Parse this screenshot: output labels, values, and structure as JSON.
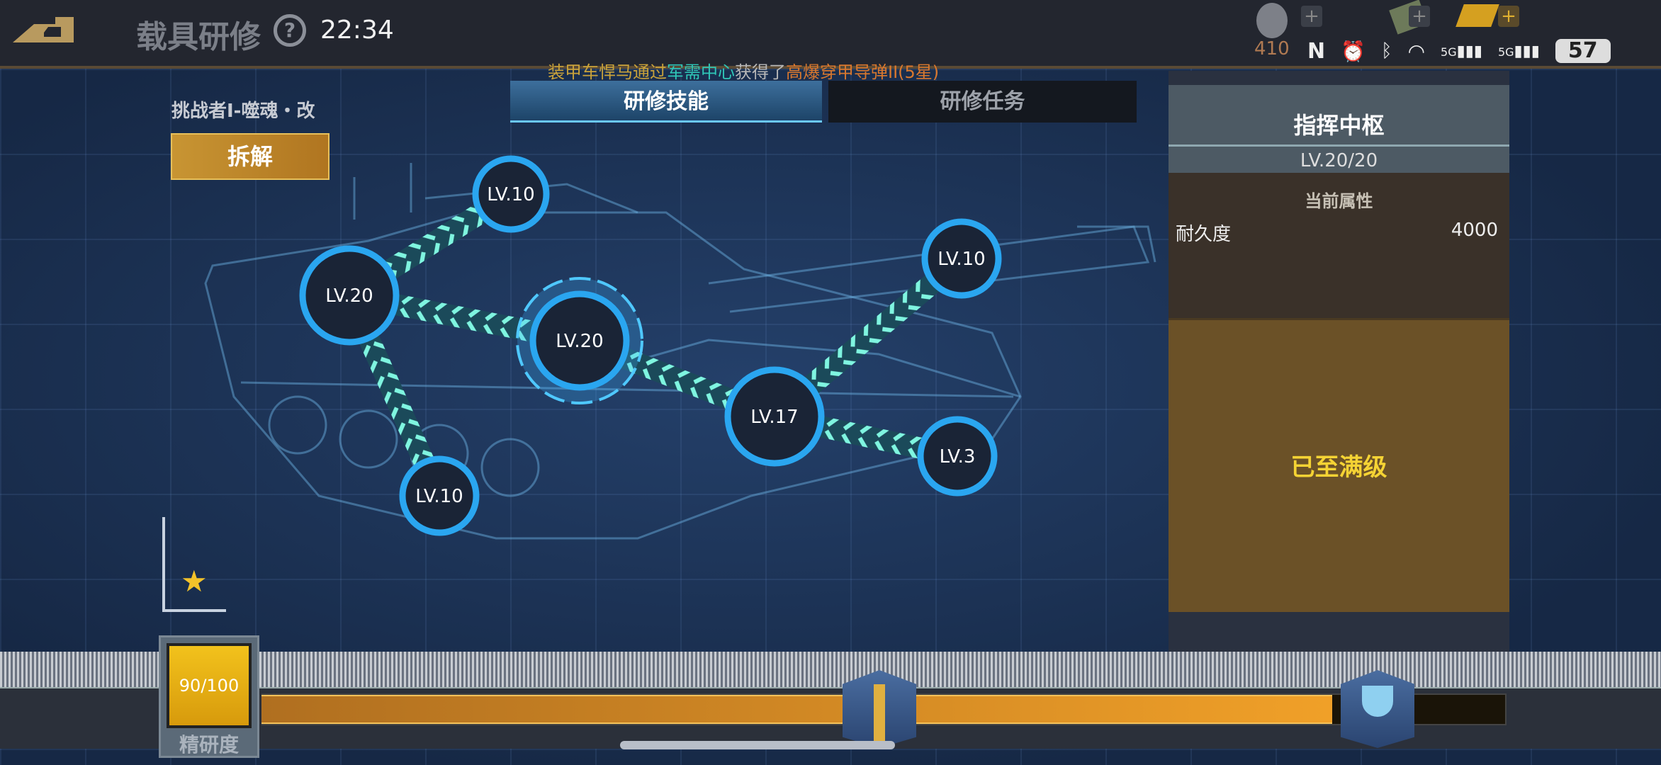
{
  "header": {
    "title": "载具研修",
    "help_icon": "?",
    "time": "22:34"
  },
  "ticker": {
    "part1": "装甲车悍马通过",
    "part2": "军需中心",
    "part3": "获得了",
    "part4": "高爆穿甲导弹II(5星)",
    "colors": {
      "part1": "#c9a23a",
      "part2": "#2fc7b8",
      "part3": "#b8b8b8",
      "part4": "#d9782e"
    }
  },
  "resources": [
    {
      "icon": "medal-icon",
      "value": "410"
    }
  ],
  "status_bar": {
    "battery": "57",
    "net1": "5G",
    "net2": "5G"
  },
  "tabs": [
    {
      "label": "研修技能",
      "active": true
    },
    {
      "label": "研修任务",
      "active": false
    }
  ],
  "vehicle": {
    "name": "挑战者I-噬魂・改",
    "dismantle_label": "拆解"
  },
  "skill_nodes": [
    {
      "id": "a",
      "label": "LV.10"
    },
    {
      "id": "b",
      "label": "LV.20"
    },
    {
      "id": "c",
      "label": "LV.20",
      "selected": true
    },
    {
      "id": "d",
      "label": "LV.17"
    },
    {
      "id": "e",
      "label": "LV.10"
    },
    {
      "id": "f",
      "label": "LV.3"
    },
    {
      "id": "g",
      "label": "LV.10"
    }
  ],
  "panel": {
    "title": "指挥中枢",
    "level": "LV.20/20",
    "attr_title": "当前属性",
    "attr_name": "耐久度",
    "attr_value": "4000",
    "max_label": "已至满级"
  },
  "progress": {
    "value": "90/100",
    "fraction": 0.86,
    "label": "精研度"
  }
}
